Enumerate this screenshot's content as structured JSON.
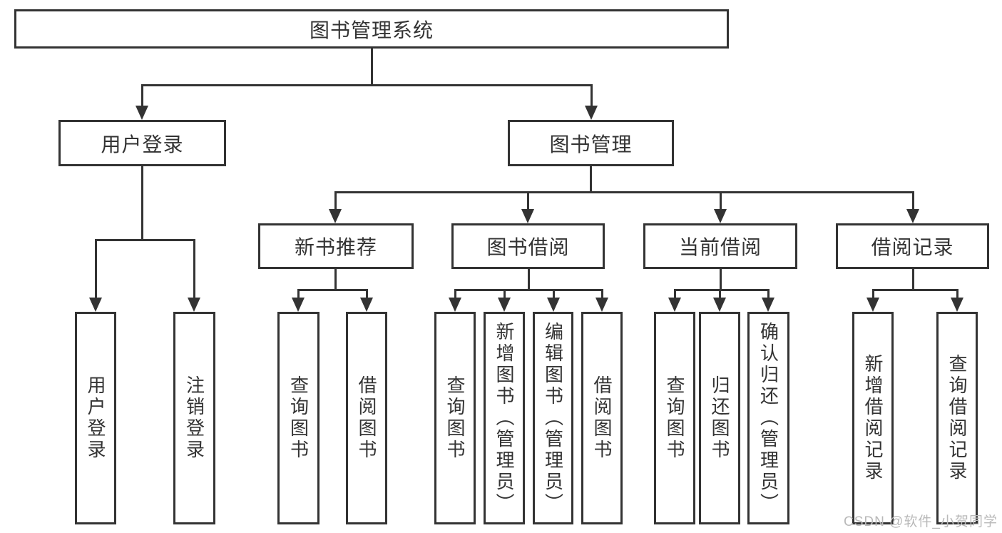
{
  "diagram": {
    "root": "图书管理系统",
    "branches": {
      "user_login": {
        "label": "用户登录",
        "children": [
          "用户登录",
          "注销登录"
        ]
      },
      "book_mgmt": {
        "label": "图书管理",
        "children": {
          "new_book_rec": {
            "label": "新书推荐",
            "children": [
              "查询图书",
              "借阅图书"
            ]
          },
          "book_borrow": {
            "label": "图书借阅",
            "children": [
              "查询图书",
              "新增图书（管理员）",
              "编辑图书（管理员）",
              "借阅图书"
            ]
          },
          "current_borrow": {
            "label": "当前借阅",
            "children": [
              "查询图书",
              "归还图书",
              "确认归还（管理员）"
            ]
          },
          "borrow_records": {
            "label": "借阅记录",
            "children": [
              "新增借阅记录",
              "查询借阅记录"
            ]
          }
        }
      }
    }
  },
  "watermark": "CSDN @软件_小贺同学",
  "colors": {
    "line": "#333333",
    "text": "#333333",
    "watermark": "#b9b9b9",
    "background": "#ffffff"
  }
}
